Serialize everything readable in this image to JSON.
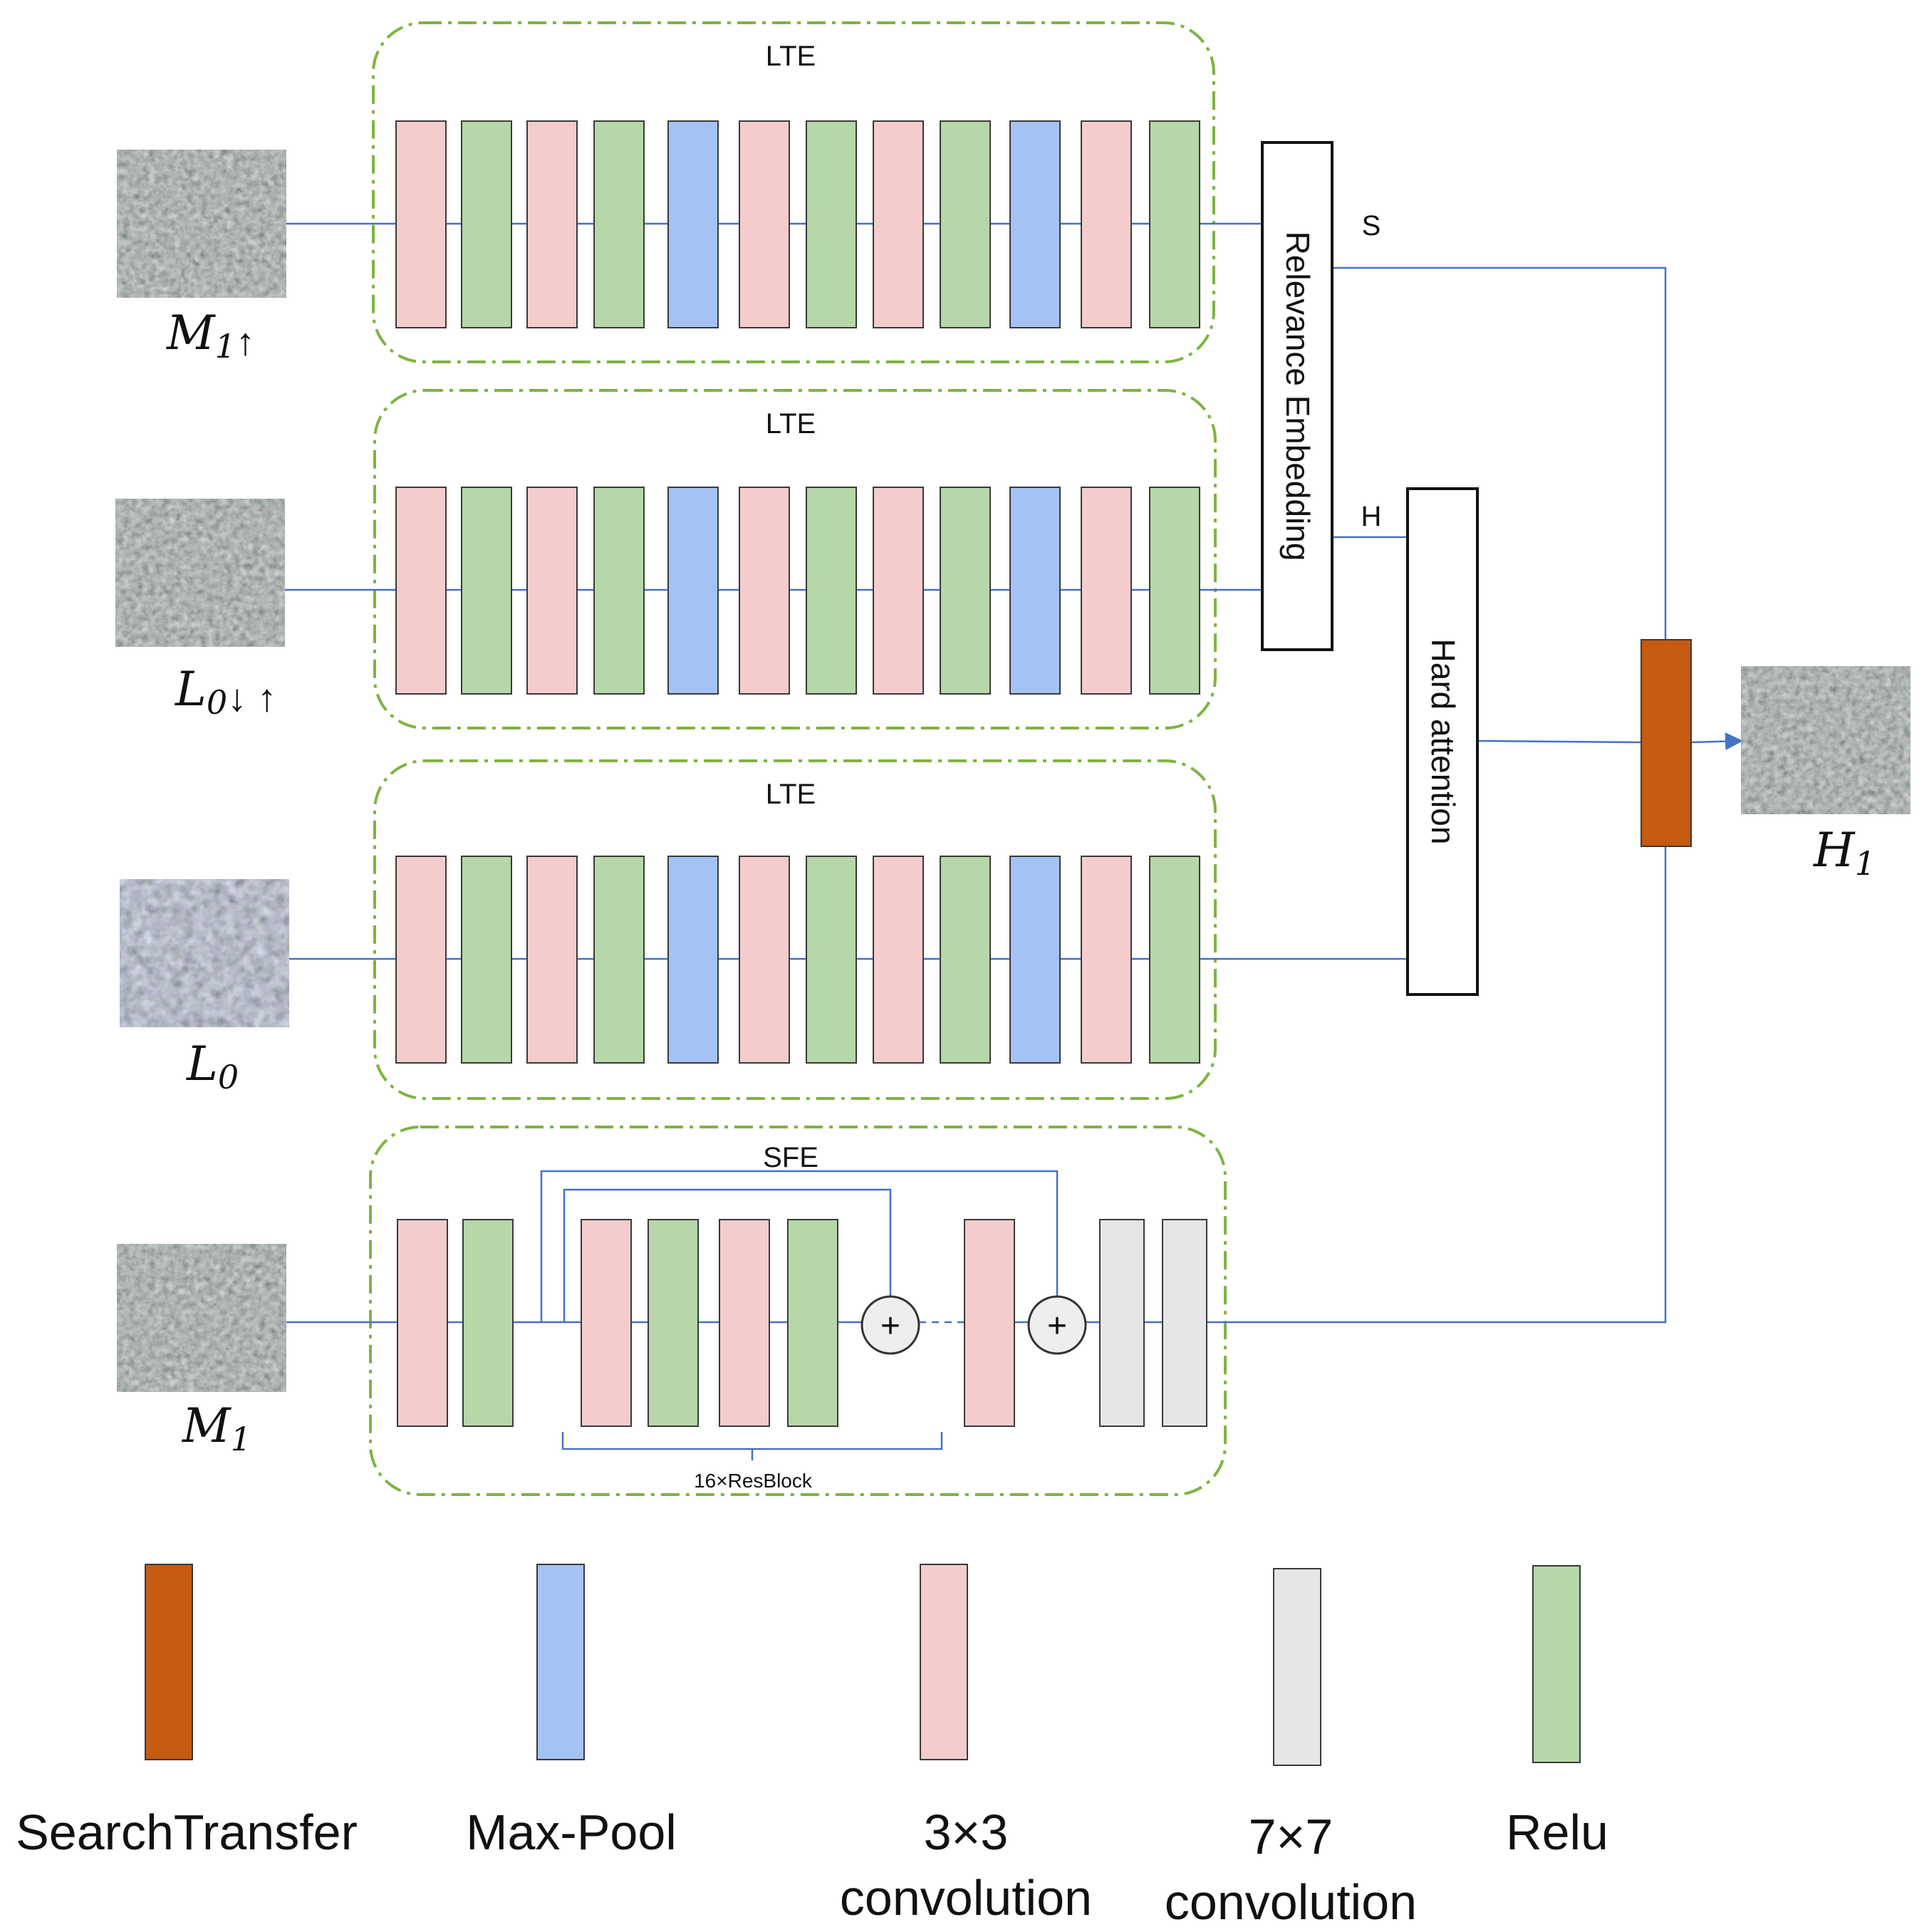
{
  "colors": {
    "conv3x3": "#f4cccc",
    "relu": "#b6d7a8",
    "maxpool": "#a4c2f4",
    "conv7x7": "#e6e6e6",
    "search_transfer": "#c55a11",
    "frame": "#7fb342",
    "line": "#4472c4",
    "block_border": "#3a3a3a"
  },
  "lte_sequence": [
    "conv3x3",
    "relu",
    "conv3x3",
    "relu",
    "maxpool",
    "conv3x3",
    "relu",
    "conv3x3",
    "relu",
    "maxpool",
    "conv3x3",
    "relu"
  ],
  "modules": {
    "lte_top": {
      "label": "LTE"
    },
    "lte_mid": {
      "label": "LTE"
    },
    "lte_low": {
      "label": "LTE"
    },
    "sfe": {
      "label": "SFE",
      "resblock_label": "16×ResBlock",
      "plus_symbol": "+"
    }
  },
  "inputs": [
    {
      "id": "m1-up",
      "name": "M",
      "sub": "1",
      "suffix": "↑"
    },
    {
      "id": "l0-down-up",
      "name": "L",
      "sub": "0",
      "suffix": "↓ ↑"
    },
    {
      "id": "l0",
      "name": "L",
      "sub": "0",
      "suffix": ""
    },
    {
      "id": "m1",
      "name": "M",
      "sub": "1",
      "suffix": ""
    }
  ],
  "output": {
    "name": "H",
    "sub": "1"
  },
  "relevance_embedding": {
    "label": "Relevance Embedding",
    "out_s": "S",
    "out_h": "H"
  },
  "hard_attention": {
    "label": "Hard attention"
  },
  "legend": [
    {
      "key": "search_transfer",
      "label_lines": [
        "SearchTransfer"
      ]
    },
    {
      "key": "maxpool",
      "label_lines": [
        "Max-Pool"
      ]
    },
    {
      "key": "conv3x3",
      "label_lines": [
        "3×3",
        "convolution"
      ]
    },
    {
      "key": "conv7x7",
      "label_lines": [
        "7×7",
        "convolution"
      ]
    },
    {
      "key": "relu",
      "label_lines": [
        "Relu"
      ]
    }
  ]
}
